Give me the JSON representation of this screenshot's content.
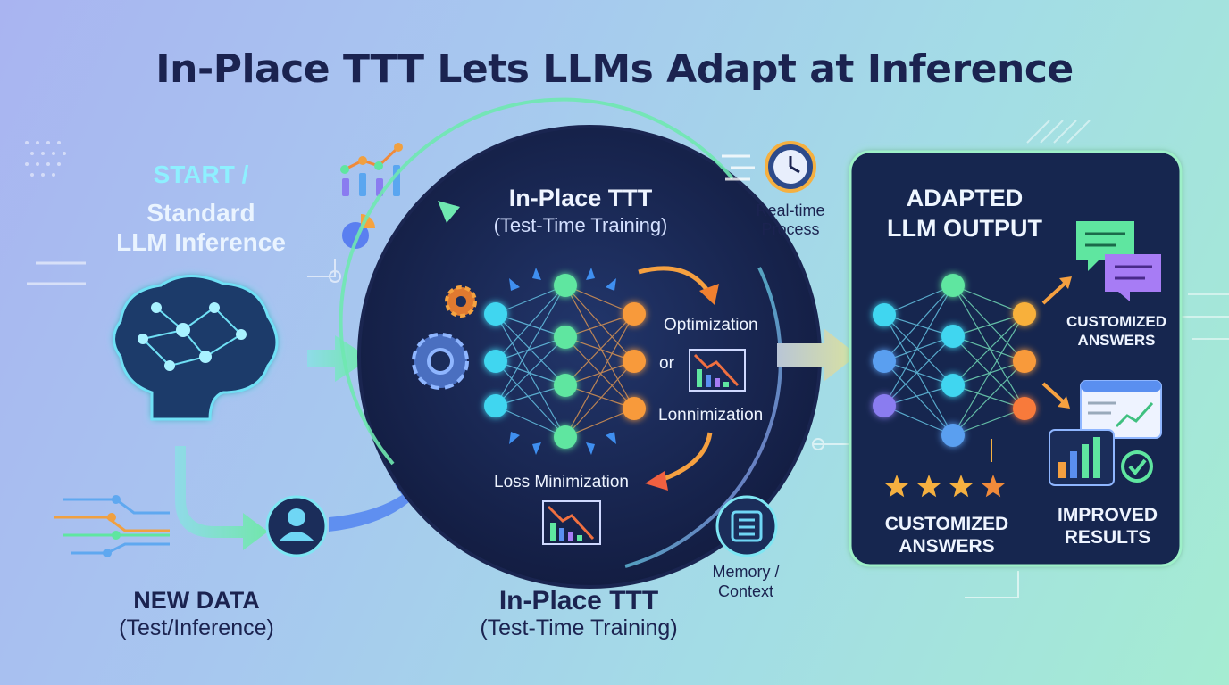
{
  "title": "In-Place TTT Lets LLMs Adapt at Inference",
  "start": {
    "line1": "START /",
    "line2": "Standard",
    "line3": "LLM Inference"
  },
  "new_data": {
    "title": "NEW DATA",
    "subtitle": "(Test/Inference)"
  },
  "center": {
    "title": "In-Place TTT",
    "subtitle": "(Test-Time Training)",
    "optimization": "Optimization",
    "or": "or",
    "lonnimization": "Lonnimization",
    "loss_min": "Loss Minimization"
  },
  "realtime": "Real-time\nProcess",
  "memory": "Memory /\nContext",
  "bottom_center": {
    "title": "In-Place TTT",
    "subtitle": "(Test-Time Training)"
  },
  "output": {
    "title_line1": "ADAPTED",
    "title_line2": "LLM OUTPUT",
    "customized_right": "CUSTOMIZED\nANSWERS",
    "customized_bottom": "CUSTOMIZED\nANSWERS",
    "improved": "IMPROVED\nRESULTS",
    "rating_stars": 3.5
  },
  "colors": {
    "title": "#1b2350",
    "card_bg": "#172550",
    "start_glow": "#7ee6f3",
    "output_glow": "#9df0c8",
    "arrow_green": "#6fe8a8",
    "node_cyan": "#3fd6f0",
    "node_green": "#5fe6a0",
    "node_orange": "#f89a3a",
    "node_purple": "#8a7cf0"
  }
}
